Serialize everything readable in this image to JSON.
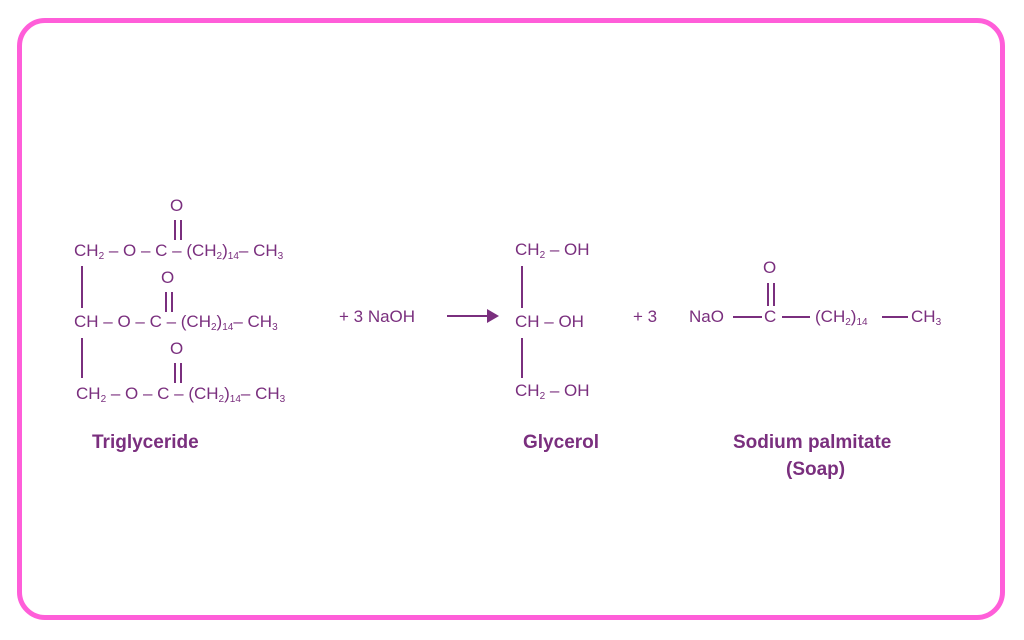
{
  "colors": {
    "frame": "#ff5ed9",
    "ink": "#7a2f7e",
    "background": "#ffffff"
  },
  "triglyceride": {
    "carbonyl_o": "O",
    "row1": {
      "ch": "CH",
      "ch_sub": "2",
      "link": " – O – C – (CH",
      "chain_sub1": "2",
      "chain_close": ")",
      "chain_sub2": "14",
      "end": "– CH",
      "end_sub": "3"
    },
    "row2": {
      "ch": "CH",
      "ch_sub": "",
      "link": " – O – C – (CH",
      "chain_sub1": "2",
      "chain_close": ")",
      "chain_sub2": "14",
      "end": "– CH",
      "end_sub": "3"
    },
    "row3": {
      "ch": "CH",
      "ch_sub": "2",
      "link": " – O – C – (CH",
      "chain_sub1": "2",
      "chain_close": ")",
      "chain_sub2": "14",
      "end": "– CH",
      "end_sub": "3"
    },
    "label": "Triglyceride"
  },
  "reagent": {
    "text": "+ 3 NaOH"
  },
  "glycerol": {
    "row1": {
      "ch": "CH",
      "ch_sub": "2",
      "oh": " – OH"
    },
    "row2": {
      "ch": "CH",
      "ch_sub": "",
      "oh": " – OH"
    },
    "row3": {
      "ch": "CH",
      "ch_sub": "2",
      "oh": " – OH"
    },
    "label": "Glycerol"
  },
  "plus_three": "+ 3",
  "soap": {
    "carbonyl_o": "O",
    "nao": "NaO",
    "c": "C",
    "chain_open": "(CH",
    "chain_sub1": "2",
    "chain_close": ")",
    "chain_sub2": "14",
    "end": "CH",
    "end_sub": "3",
    "label_line1": "Sodium palmitate",
    "label_line2": "(Soap)"
  }
}
